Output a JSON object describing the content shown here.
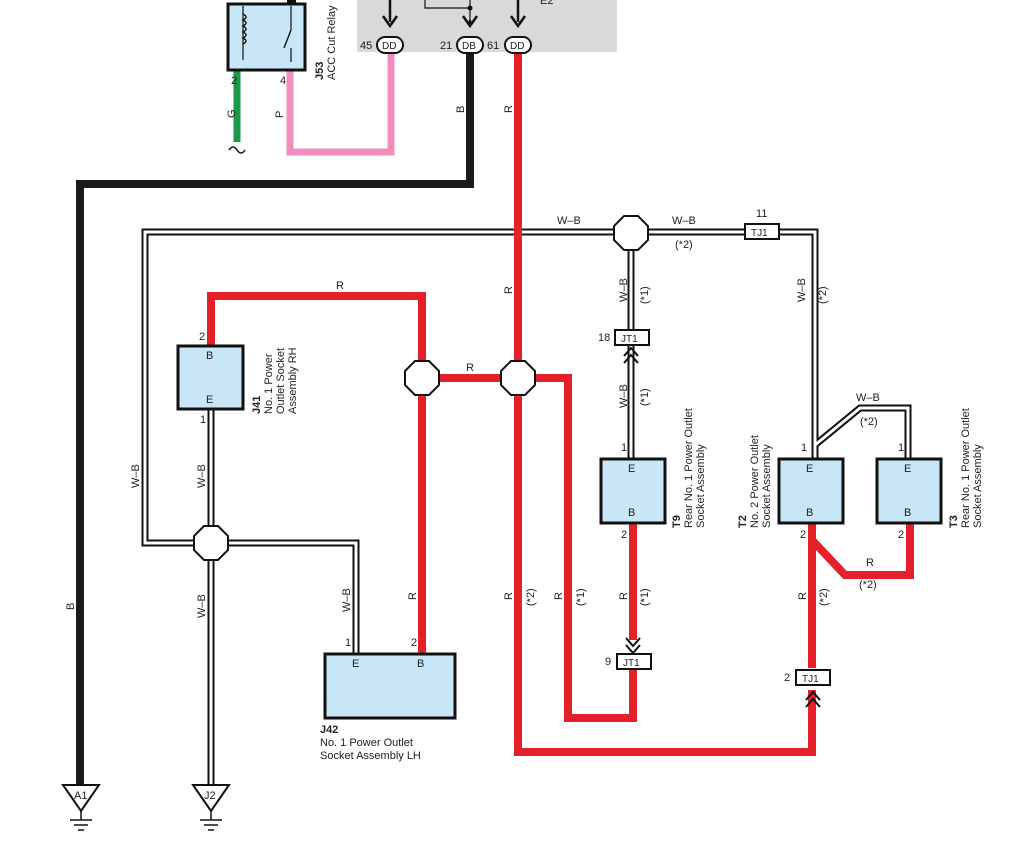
{
  "colors": {
    "red": "#e4202a",
    "black": "#1a1a1a",
    "pink": "#f08dbd",
    "green": "#1a9a4a",
    "box_fill": "#c9e6f6",
    "ecu_fill": "#d9d9d9"
  },
  "relay": {
    "code": "J53",
    "name": "ACC Cut Relay",
    "pin_left": "2",
    "pin_right": "4",
    "wire_left_color": "G",
    "wire_right_color": "P"
  },
  "ecu_terminals": [
    {
      "pin": "45",
      "connector": "DD"
    },
    {
      "pin": "21",
      "connector": "DB"
    },
    {
      "pin": "61",
      "connector": "DD"
    }
  ],
  "ecu_partial_text": "E2",
  "wire_labels": {
    "b": "B",
    "r": "R",
    "wb": "W–B",
    "note1": "(*1)",
    "note2": "(*2)"
  },
  "junction_connectors": [
    {
      "name": "TJ1",
      "pin": "11"
    },
    {
      "name": "JT1",
      "pin": "18"
    },
    {
      "name": "JT1",
      "pin": "9"
    },
    {
      "name": "TJ1",
      "pin": "2"
    }
  ],
  "components": {
    "j41": {
      "code": "J41",
      "line1": "No. 1 Power",
      "line2": "Outlet Socket",
      "line3": "Assembly RH",
      "t_top": "B",
      "t_bottom": "E",
      "pin_top": "2",
      "pin_bottom": "1"
    },
    "j42": {
      "code": "J42",
      "line1": "No. 1 Power Outlet",
      "line2": "Socket Assembly LH",
      "t_left": "E",
      "t_right": "B",
      "pin_left": "1",
      "pin_right": "2"
    },
    "t9": {
      "code": "T9",
      "line1": "Rear No. 1 Power Outlet",
      "line2": "Socket Assembly",
      "t_top": "E",
      "t_bottom": "B",
      "pin_top": "1",
      "pin_bottom": "2"
    },
    "t2": {
      "code": "T2",
      "line1": "No. 2 Power Outlet",
      "line2": "Socket Assembly",
      "t_top": "E",
      "t_bottom": "B",
      "pin_top": "1",
      "pin_bottom": "2"
    },
    "t3": {
      "code": "T3",
      "line1": "Rear No. 1 Power Outlet",
      "line2": "Socket Assembly",
      "t_top": "E",
      "t_bottom": "B",
      "pin_top": "1",
      "pin_bottom": "2"
    }
  },
  "grounds": [
    {
      "name": "A1"
    },
    {
      "name": "J2"
    }
  ]
}
